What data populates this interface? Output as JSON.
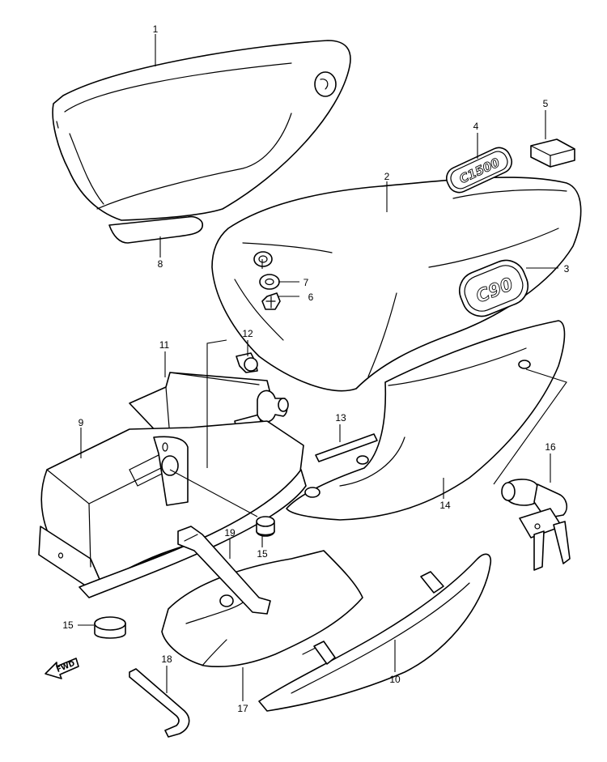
{
  "diagram": {
    "emblem_large_text": "C90",
    "emblem_small_text": "C1500",
    "direction_label": "FWD",
    "callouts": [
      {
        "id": "c1",
        "label": "1"
      },
      {
        "id": "c2",
        "label": "2"
      },
      {
        "id": "c3",
        "label": "3"
      },
      {
        "id": "c4",
        "label": "4"
      },
      {
        "id": "c5",
        "label": "5"
      },
      {
        "id": "c6",
        "label": "6"
      },
      {
        "id": "c7",
        "label": "7"
      },
      {
        "id": "c8",
        "label": "8"
      },
      {
        "id": "c9",
        "label": "9"
      },
      {
        "id": "c10",
        "label": "10"
      },
      {
        "id": "c11",
        "label": "11"
      },
      {
        "id": "c12",
        "label": "12"
      },
      {
        "id": "c13",
        "label": "13"
      },
      {
        "id": "c14",
        "label": "14"
      },
      {
        "id": "c15a",
        "label": "15"
      },
      {
        "id": "c15b",
        "label": "15"
      },
      {
        "id": "c16",
        "label": "16"
      },
      {
        "id": "c17",
        "label": "17"
      },
      {
        "id": "c18",
        "label": "18"
      },
      {
        "id": "c19",
        "label": "19"
      }
    ]
  }
}
